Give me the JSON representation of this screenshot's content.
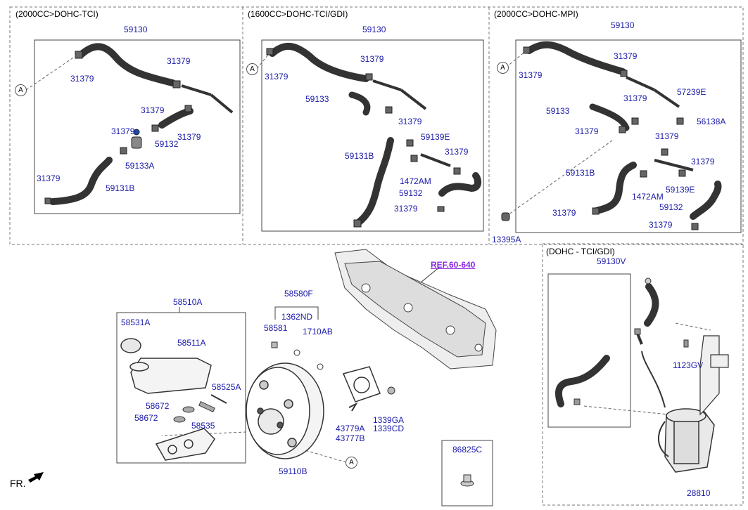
{
  "sections": {
    "tci_2000": {
      "header": "(2000CC>DOHC-TCI)"
    },
    "gdi_1600": {
      "header": "(1600CC>DOHC-TCI/GDI)"
    },
    "mpi_2000": {
      "header": "(2000CC>DOHC-MPI)"
    },
    "tci_gdi": {
      "header": "(DOHC - TCI/GDI)"
    }
  },
  "circle_marker": "A",
  "ref_link": "REF.60-640",
  "fr_label": "FR.",
  "labels": {
    "s1": [
      "59130",
      "31379",
      "31379",
      "31379",
      "31379",
      "31379",
      "59132",
      "59133A",
      "31379",
      "59131B"
    ],
    "s2": [
      "59130",
      "31379",
      "31379",
      "59133",
      "31379",
      "59139E",
      "31379",
      "59131B",
      "1472AM",
      "59132",
      "31379"
    ],
    "s3": [
      "59130",
      "31379",
      "31379",
      "57239E",
      "31379",
      "59133",
      "56138A",
      "31379",
      "31379",
      "31379",
      "59131B",
      "1472AM",
      "59139E",
      "59132",
      "31379",
      "31379",
      "13395A"
    ],
    "s4": [
      "59130V",
      "1123GV",
      "28810"
    ],
    "main": [
      "58510A",
      "58531A",
      "58511A",
      "58525A",
      "58672",
      "58672",
      "58535",
      "58580F",
      "1362ND",
      "58581",
      "1710AB",
      "1339GA",
      "1339CD",
      "43779A",
      "43777B",
      "59110B",
      "86825C"
    ]
  },
  "icons": [
    "fr-arrow-icon",
    "hose-icon",
    "clamp-icon",
    "booster-icon",
    "reservoir-icon",
    "master-cylinder-icon",
    "gasket-icon",
    "dash-panel-icon",
    "vacuum-pump-icon",
    "bracket-icon",
    "clip-icon"
  ]
}
